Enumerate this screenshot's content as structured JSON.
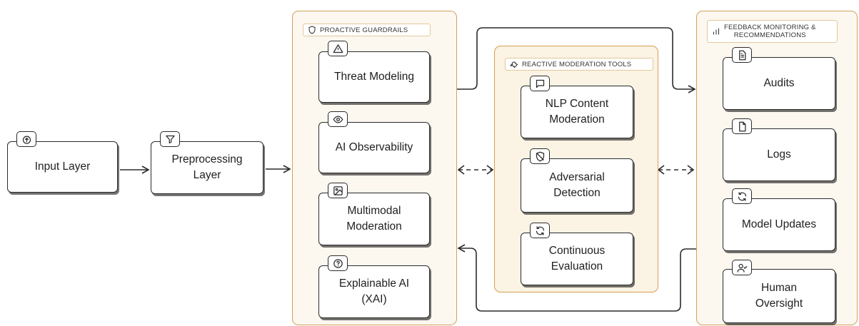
{
  "groups": {
    "proactive": {
      "label": "PROACTIVE GUARDRAILS",
      "icon": "shield-icon"
    },
    "reactive": {
      "label": "REACTIVE MODERATION TOOLS",
      "icon": "wrench-icon"
    },
    "feedback": {
      "label_line1": "FEEDBACK MONITORING &",
      "label_line2": "RECOMMENDATIONS",
      "icon": "bar-chart-icon"
    }
  },
  "nodes": {
    "input": {
      "label": "Input Layer",
      "icon": "upload-cloud-icon"
    },
    "preprocessing": {
      "label_line1": "Preprocessing",
      "label_line2": "Layer",
      "icon": "filter-icon"
    },
    "threat_modeling": {
      "label": "Threat Modeling",
      "icon": "warning-triangle-icon"
    },
    "ai_observability": {
      "label": "AI Observability",
      "icon": "eye-icon"
    },
    "multimodal": {
      "label_line1": "Multimodal",
      "label_line2": "Moderation",
      "icon": "image-icon"
    },
    "xai": {
      "label_line1": "Explainable AI",
      "label_line2": "(XAI)",
      "icon": "help-circle-icon"
    },
    "nlp": {
      "label_line1": "NLP Content",
      "label_line2": "Moderation",
      "icon": "message-square-icon"
    },
    "adversarial": {
      "label_line1": "Adversarial",
      "label_line2": "Detection",
      "icon": "shield-off-icon"
    },
    "continuous": {
      "label_line1": "Continuous",
      "label_line2": "Evaluation",
      "icon": "refresh-icon"
    },
    "audits": {
      "label": "Audits",
      "icon": "file-text-icon"
    },
    "logs": {
      "label": "Logs",
      "icon": "file-icon"
    },
    "model_updates": {
      "label": "Model Updates",
      "icon": "refresh-icon"
    },
    "human_oversight": {
      "label_line1": "Human",
      "label_line2": "Oversight",
      "icon": "user-check-icon"
    }
  },
  "colors": {
    "group_border": "#d2a15a",
    "group_fill": "#fcf8f0",
    "stroke": "#2b2b2b"
  }
}
